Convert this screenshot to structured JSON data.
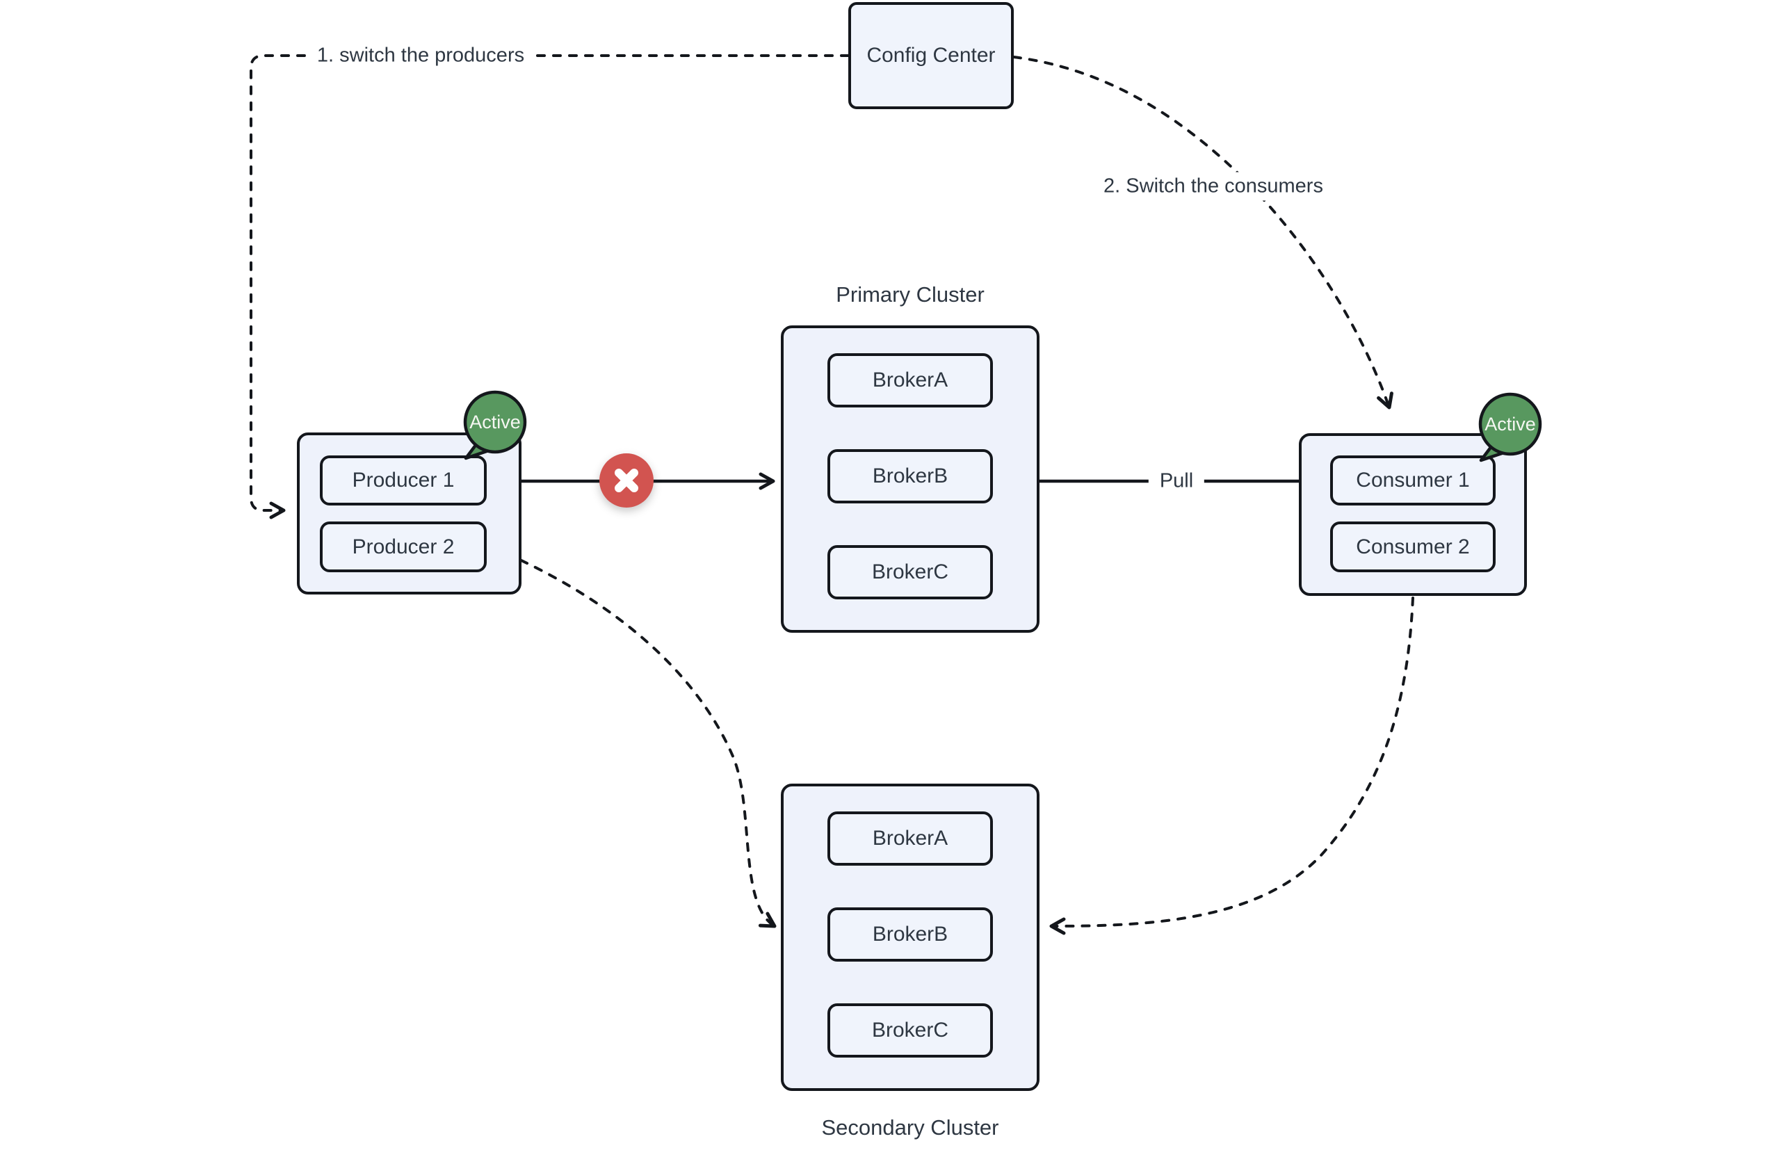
{
  "colors": {
    "background": "#ffffff",
    "node_fill": "#eef2fb",
    "node_border": "#14171c",
    "text": "#2e3742",
    "active_green": "#58985f",
    "error_red": "#d25450",
    "badge_text": "#f5f7f2"
  },
  "config_center": {
    "label": "Config Center"
  },
  "producers": {
    "badge": "Active",
    "items": [
      "Producer 1",
      "Producer 2"
    ]
  },
  "consumers": {
    "badge": "Active",
    "items": [
      "Consumer 1",
      "Consumer 2"
    ]
  },
  "clusters": {
    "primary": {
      "title": "Primary Cluster",
      "brokers": [
        "BrokerA",
        "BrokerB",
        "BrokerC"
      ]
    },
    "secondary": {
      "title": "Secondary Cluster",
      "brokers": [
        "BrokerA",
        "BrokerB",
        "BrokerC"
      ]
    }
  },
  "edges": {
    "step1_label": "1. switch the producers",
    "step2_label": "2. Switch the consumers",
    "pull_label": "Pull",
    "error_icon": "x-mark",
    "arrow_icon": "chevron-arrowhead"
  }
}
